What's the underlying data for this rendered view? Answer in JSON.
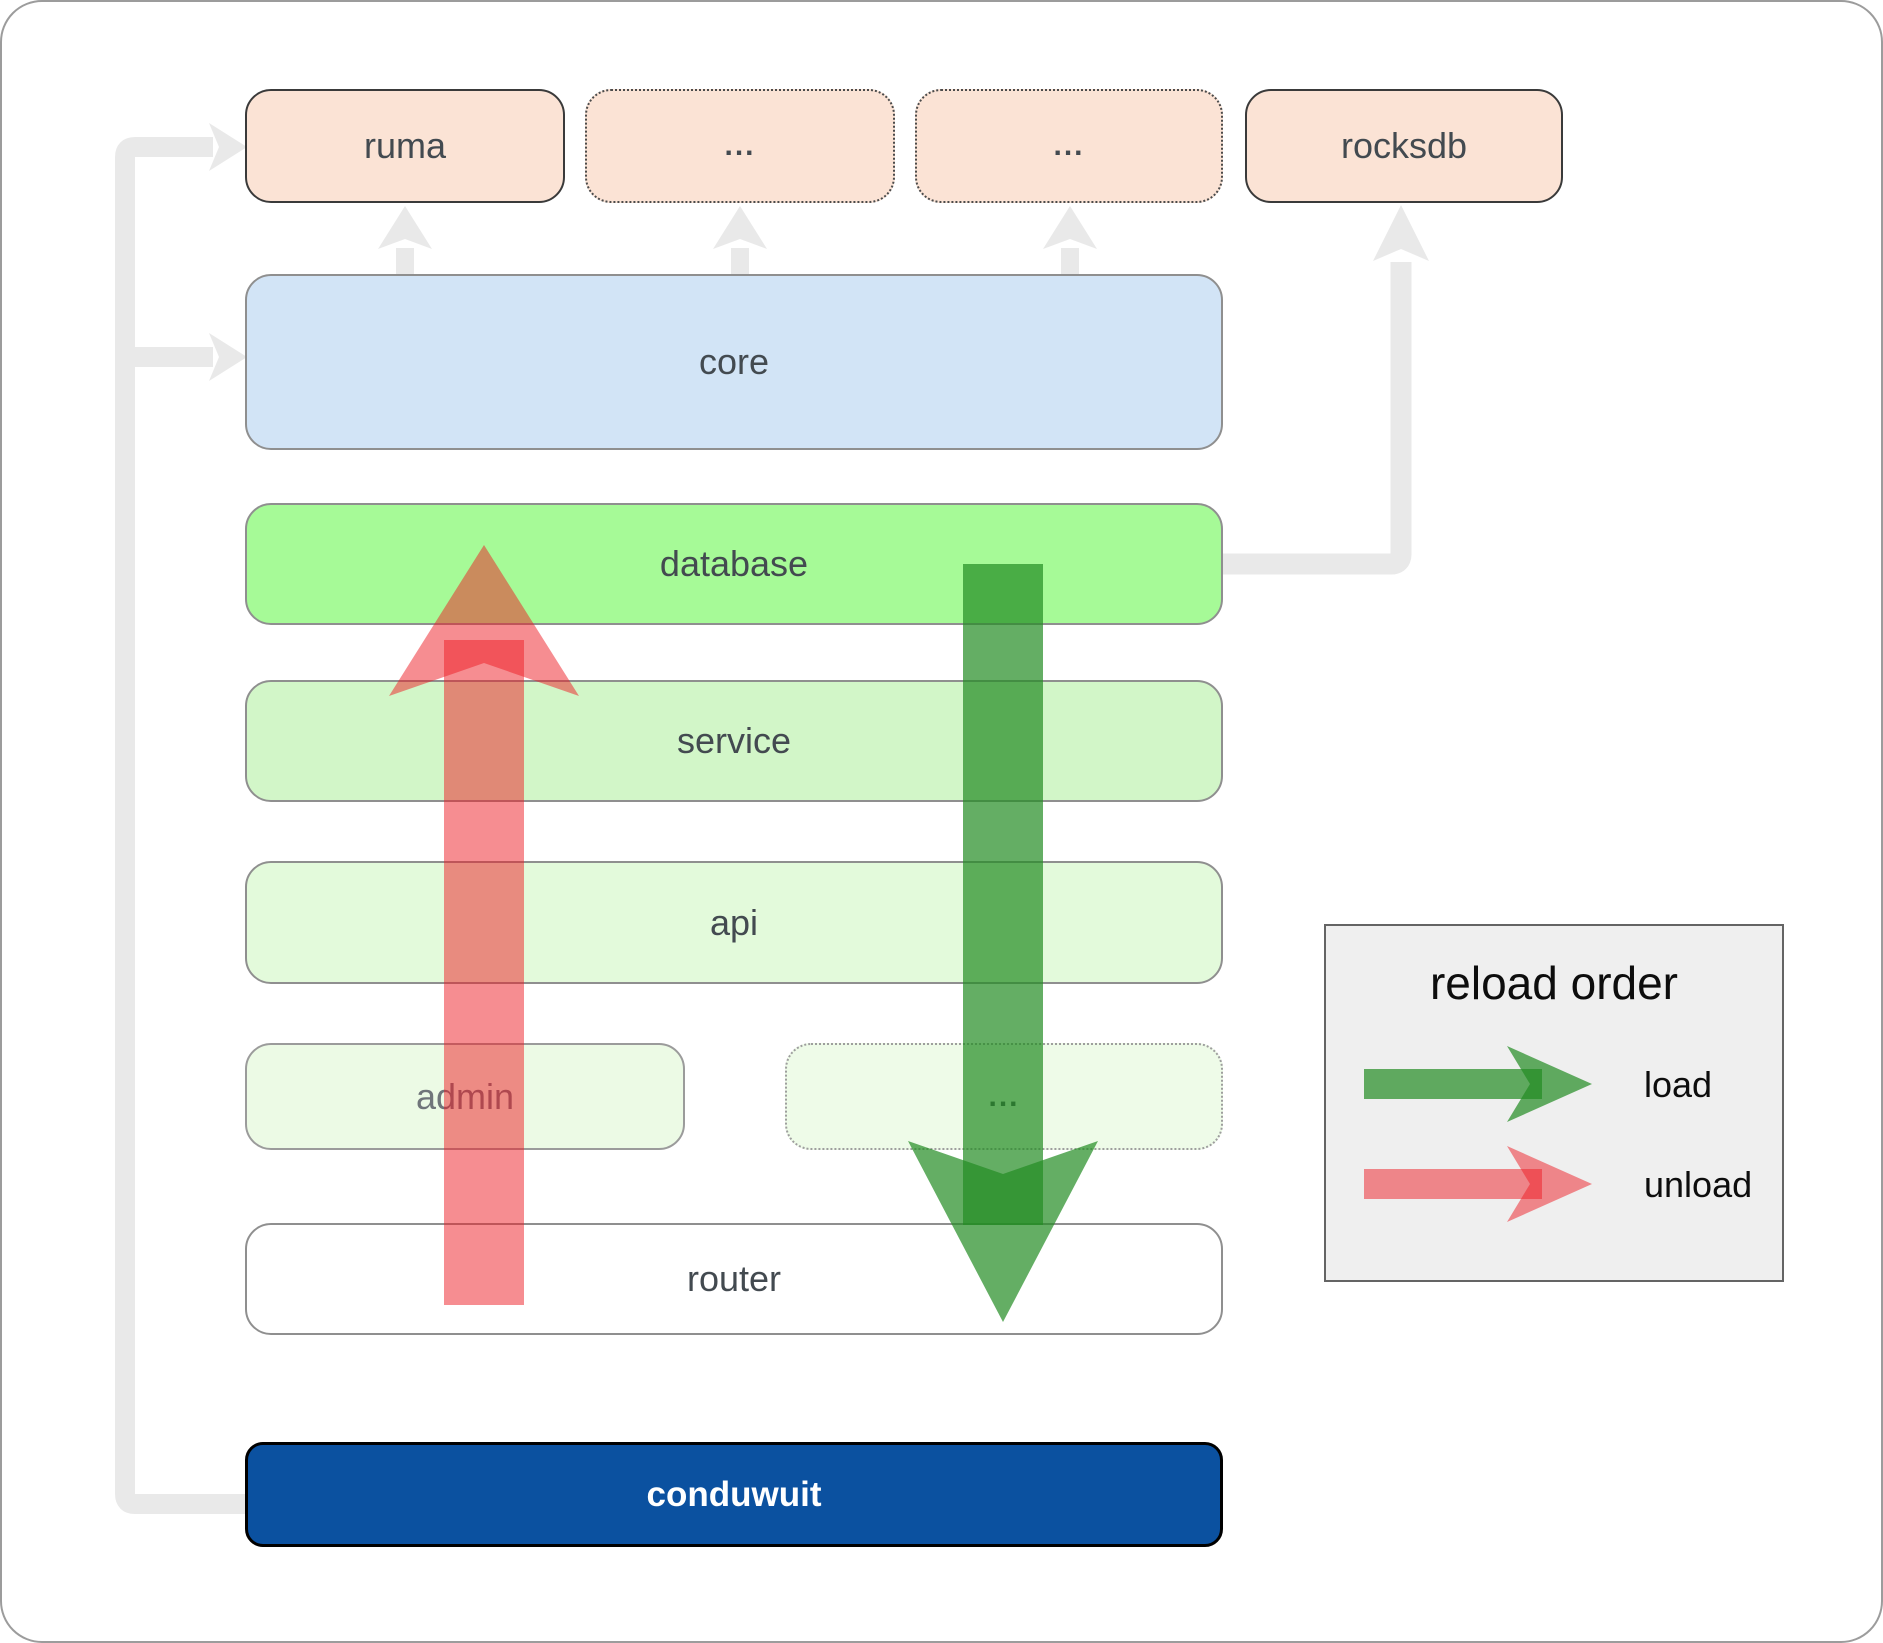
{
  "top_row": [
    {
      "label": "ruma"
    },
    {
      "label": "..."
    },
    {
      "label": "..."
    },
    {
      "label": "rocksdb"
    }
  ],
  "layers": {
    "core": "core",
    "database": "database",
    "service": "service",
    "api": "api"
  },
  "admin_row": {
    "admin": "admin",
    "more": "..."
  },
  "router": {
    "label": "router"
  },
  "app": {
    "label": "conduwuit"
  },
  "legend": {
    "title": "reload order",
    "load_label": "load",
    "unload_label": "unload"
  },
  "palette": {
    "crate_peach": "#fbe3d5",
    "core_blue": "#d2e4f6",
    "database_green": "#a6fa97",
    "service_green": "#d2f6c8",
    "api_green": "#e3fadb",
    "admin_green": "#ecfae5",
    "conduwuit_navy": "#0b51a0",
    "load_arrow_green": "#228b22",
    "unload_arrow_red": "#ed1c24",
    "connector_gray": "#e9e9e9"
  }
}
